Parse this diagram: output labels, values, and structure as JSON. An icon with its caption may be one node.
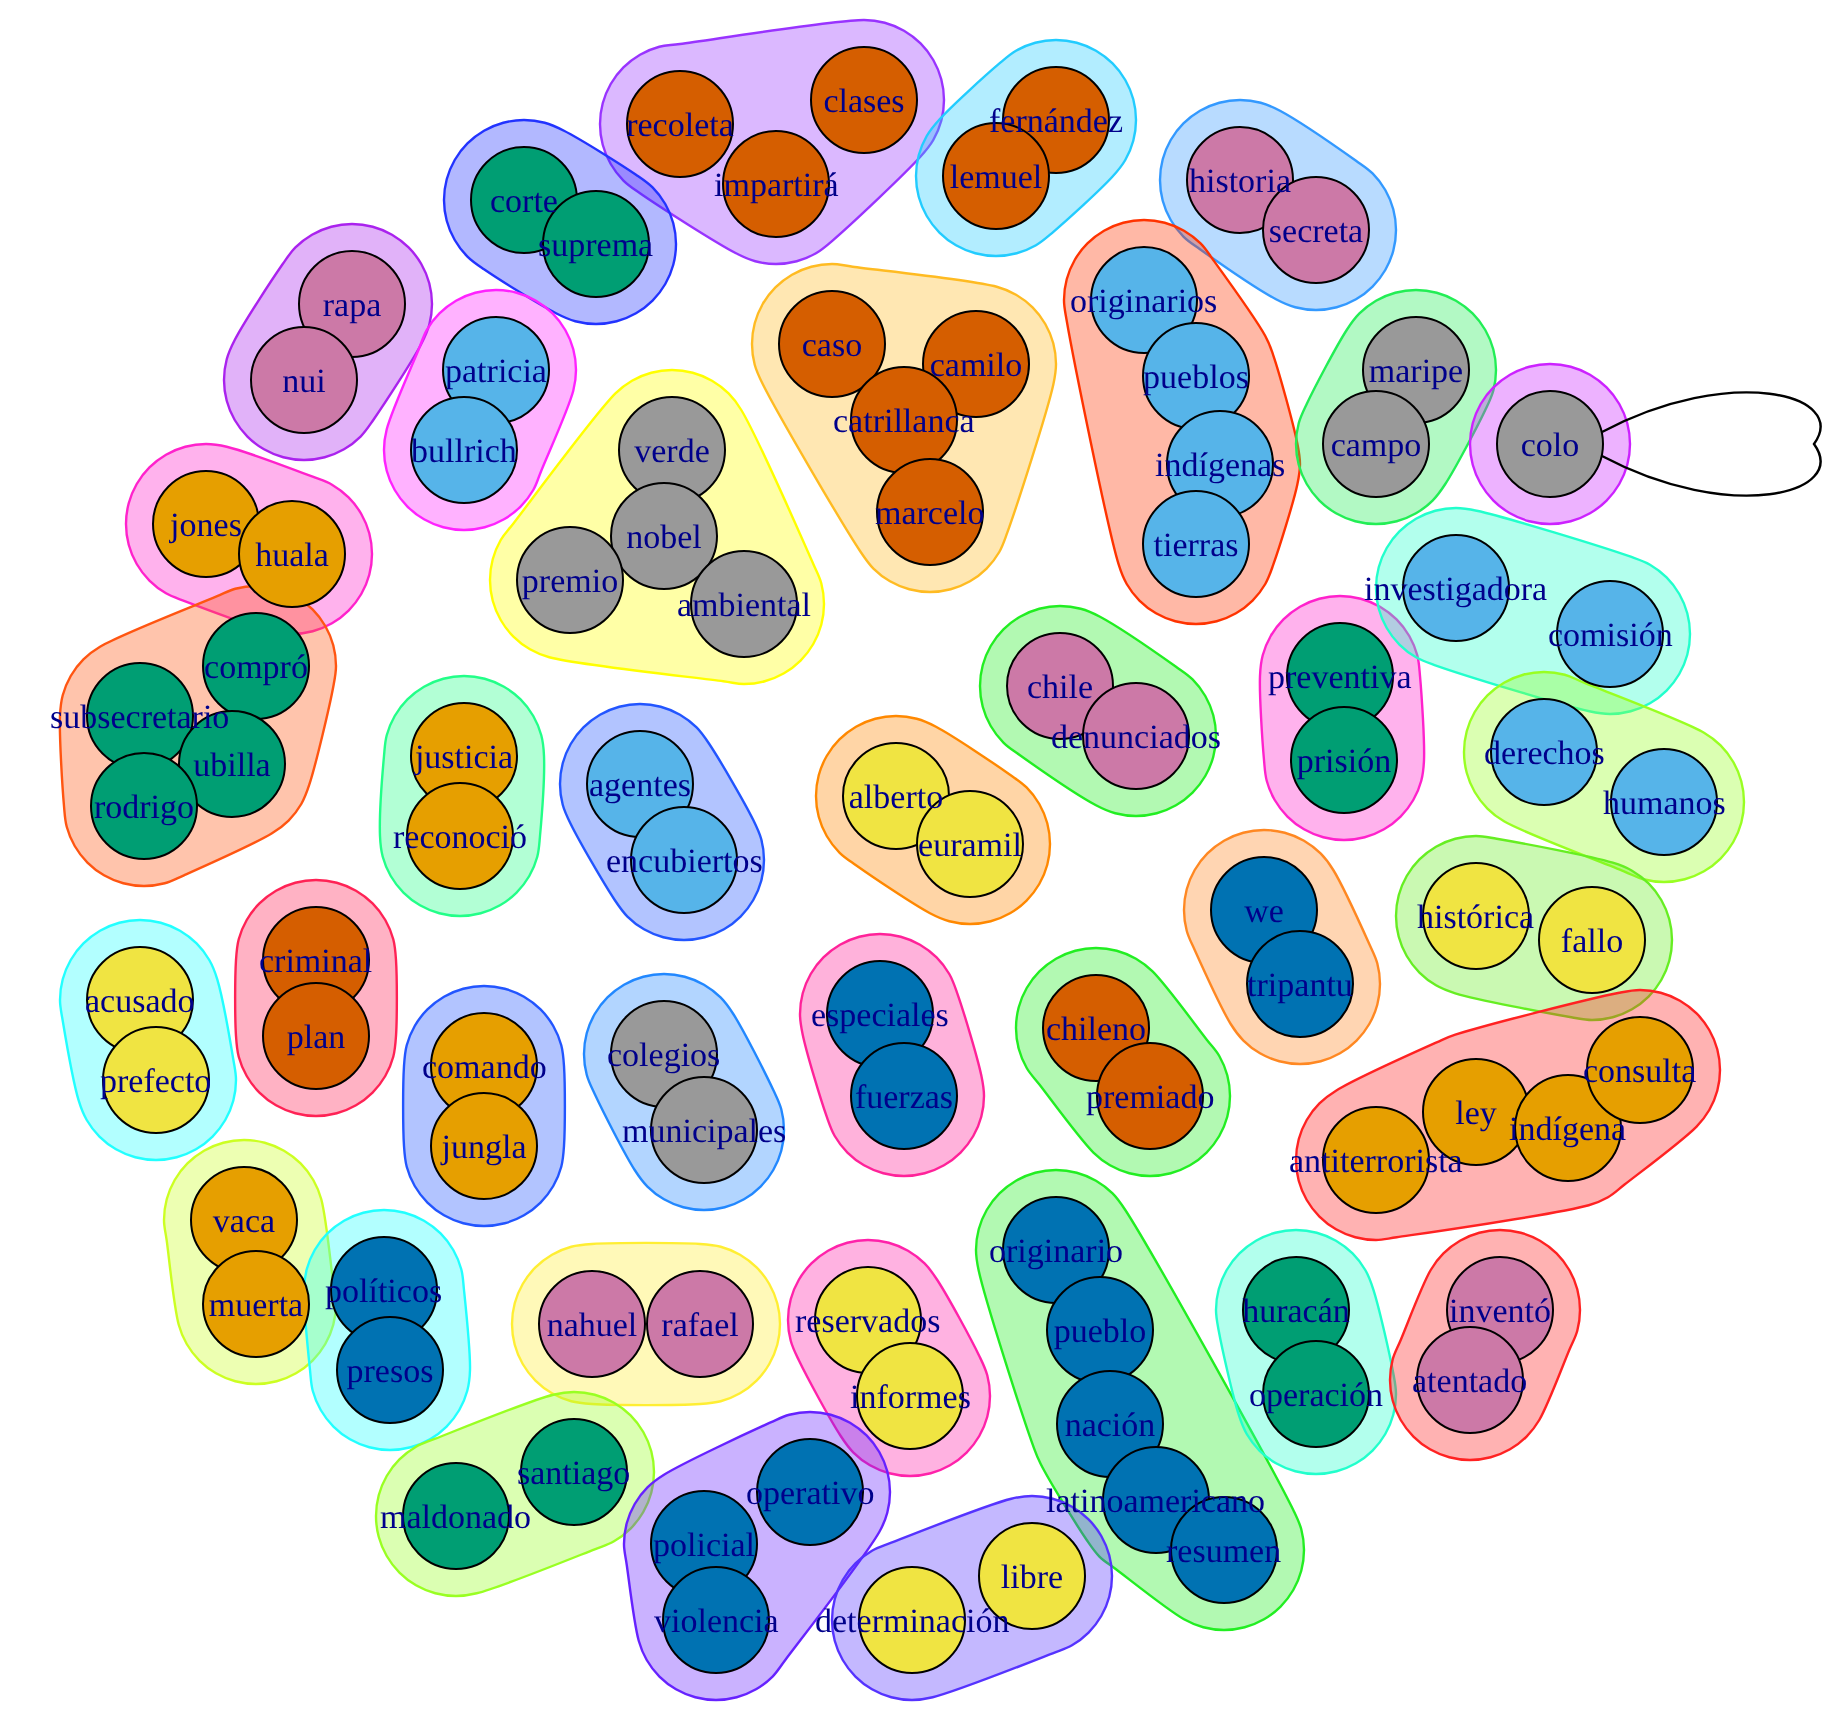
{
  "diagram": {
    "nodes": [
      {
        "text": [],
        "shape": "blob"
      },
      {
        "text": [
          "recoleta"
        ],
        "in": 0
      },
      {
        "text": [
          "impartirá"
        ],
        "in": 0
      },
      {
        "text": [
          "clases"
        ],
        "in": 0
      },
      {
        "text": [],
        "shape": "blob"
      },
      {
        "text": [
          "corte"
        ],
        "in": 4
      },
      {
        "text": [
          "suprema"
        ],
        "in": 4
      },
      {
        "text": [],
        "shape": "blob"
      },
      {
        "text": [
          "fernández"
        ],
        "in": 7
      },
      {
        "text": [
          "lemuel"
        ],
        "in": 7
      },
      {
        "text": [],
        "shape": "blob"
      },
      {
        "text": [
          "historia"
        ],
        "in": 10
      },
      {
        "text": [
          "secreta"
        ],
        "in": 10
      },
      {
        "text": [],
        "shape": "blob"
      },
      {
        "text": [
          "rapa"
        ],
        "in": 13
      },
      {
        "text": [
          "nui"
        ],
        "in": 13
      },
      {
        "text": [],
        "shape": "blob"
      },
      {
        "text": [
          "patricia"
        ],
        "in": 16
      },
      {
        "text": [
          "bullrich"
        ],
        "in": 16
      },
      {
        "text": [],
        "shape": "blob"
      },
      {
        "text": [
          "verde"
        ],
        "in": 19
      },
      {
        "text": [
          "nobel"
        ],
        "in": 19
      },
      {
        "text": [
          "premio"
        ],
        "in": 19
      },
      {
        "text": [
          "ambiental"
        ],
        "in": 19
      },
      {
        "text": [],
        "shape": "blob"
      },
      {
        "text": [
          "caso"
        ],
        "in": 24
      },
      {
        "text": [
          "camilo"
        ],
        "in": 24
      },
      {
        "text": [
          "catrillanca"
        ],
        "in": 24
      },
      {
        "text": [
          "marcelo"
        ],
        "in": 24
      },
      {
        "text": [],
        "shape": "blob"
      },
      {
        "text": [
          "originarios"
        ],
        "in": 29
      },
      {
        "text": [
          "pueblos"
        ],
        "in": 29
      },
      {
        "text": [
          "indígenas"
        ],
        "in": 29
      },
      {
        "text": [
          "tierras"
        ],
        "in": 29
      },
      {
        "text": [],
        "shape": "blob"
      },
      {
        "text": [
          "maripe"
        ],
        "in": 34
      },
      {
        "text": [
          "campo"
        ],
        "in": 34
      },
      {
        "text": [],
        "shape": "blob"
      },
      {
        "text": [
          "colo"
        ],
        "in": 37
      },
      {
        "text": [],
        "shape": "blob"
      },
      {
        "text": [
          "jones"
        ],
        "in": 39
      },
      {
        "text": [
          "huala"
        ],
        "in": 39
      },
      {
        "text": [],
        "shape": "blob"
      },
      {
        "text": [
          "subsecretario"
        ],
        "in": 42
      },
      {
        "text": [
          "compró"
        ],
        "in": 42
      },
      {
        "text": [
          "ubilla"
        ],
        "in": 42
      },
      {
        "text": [
          "rodrigo"
        ],
        "in": 42
      },
      {
        "text": [],
        "shape": "blob"
      },
      {
        "text": [
          "justicia"
        ],
        "in": 47
      },
      {
        "text": [
          "reconoció"
        ],
        "in": 47
      },
      {
        "text": [],
        "shape": "blob"
      },
      {
        "text": [
          "agentes"
        ],
        "in": 50
      },
      {
        "text": [
          "encubiertos"
        ],
        "in": 50
      },
      {
        "text": [],
        "shape": "blob"
      },
      {
        "text": [
          "alberto"
        ],
        "in": 53
      },
      {
        "text": [
          "euramil"
        ],
        "in": 53
      },
      {
        "text": [],
        "shape": "blob"
      },
      {
        "text": [
          "chile"
        ],
        "in": 56
      },
      {
        "text": [
          "denunciados"
        ],
        "in": 56
      },
      {
        "text": [],
        "shape": "blob"
      },
      {
        "text": [
          "preventiva"
        ],
        "in": 59
      },
      {
        "text": [
          "prisión"
        ],
        "in": 59
      },
      {
        "text": [],
        "shape": "blob"
      },
      {
        "text": [
          "investigadora"
        ],
        "in": 62
      },
      {
        "text": [
          "comisión"
        ],
        "in": 62
      },
      {
        "text": [],
        "shape": "blob"
      },
      {
        "text": [
          "derechos"
        ],
        "in": 65
      },
      {
        "text": [
          "humanos"
        ],
        "in": 65
      },
      {
        "text": [],
        "shape": "blob"
      },
      {
        "text": [
          "histórica"
        ],
        "in": 68
      },
      {
        "text": [
          "fallo"
        ],
        "in": 68
      },
      {
        "text": [],
        "shape": "blob"
      },
      {
        "text": [
          "acusado"
        ],
        "in": 71
      },
      {
        "text": [
          "prefecto"
        ],
        "in": 71
      },
      {
        "text": [],
        "shape": "blob"
      },
      {
        "text": [
          "criminal"
        ],
        "in": 74
      },
      {
        "text": [
          "plan"
        ],
        "in": 74
      },
      {
        "text": [],
        "shape": "blob"
      },
      {
        "text": [
          "comando"
        ],
        "in": 77
      },
      {
        "text": [
          "jungla"
        ],
        "in": 77
      },
      {
        "text": [],
        "shape": "blob"
      },
      {
        "text": [
          "colegios"
        ],
        "in": 80
      },
      {
        "text": [
          "municipales"
        ],
        "in": 80
      },
      {
        "text": [],
        "shape": "blob"
      },
      {
        "text": [
          "especiales"
        ],
        "in": 83
      },
      {
        "text": [
          "fuerzas"
        ],
        "in": 83
      },
      {
        "text": [],
        "shape": "blob"
      },
      {
        "text": [
          "we"
        ],
        "in": 86
      },
      {
        "text": [
          "tripantu"
        ],
        "in": 86
      },
      {
        "text": [],
        "shape": "blob"
      },
      {
        "text": [
          "chileno"
        ],
        "in": 89
      },
      {
        "text": [
          "premiado"
        ],
        "in": 89
      },
      {
        "text": [],
        "shape": "blob"
      },
      {
        "text": [
          "antiterrorista"
        ],
        "in": 92
      },
      {
        "text": [
          "ley"
        ],
        "in": 92
      },
      {
        "text": [
          "indígena"
        ],
        "in": 92
      },
      {
        "text": [
          "consulta"
        ],
        "in": 92
      },
      {
        "text": [],
        "shape": "blob"
      },
      {
        "text": [
          "vaca"
        ],
        "in": 97
      },
      {
        "text": [
          "muerta"
        ],
        "in": 97
      },
      {
        "text": [],
        "shape": "blob"
      },
      {
        "text": [
          "políticos"
        ],
        "in": 100
      },
      {
        "text": [
          "presos"
        ],
        "in": 100
      },
      {
        "text": [],
        "shape": "blob"
      },
      {
        "text": [
          "nahuel"
        ],
        "in": 103
      },
      {
        "text": [
          "rafael"
        ],
        "in": 103
      },
      {
        "text": [],
        "shape": "blob"
      },
      {
        "text": [
          "reservados"
        ],
        "in": 106
      },
      {
        "text": [
          "informes"
        ],
        "in": 106
      },
      {
        "text": [],
        "shape": "blob"
      },
      {
        "text": [
          "originario"
        ],
        "in": 109
      },
      {
        "text": [
          "pueblo"
        ],
        "in": 109
      },
      {
        "text": [
          "nación"
        ],
        "in": 109
      },
      {
        "text": [
          "latinoamericano"
        ],
        "in": 109
      },
      {
        "text": [
          "resumen"
        ],
        "in": 109
      },
      {
        "text": [],
        "shape": "blob"
      },
      {
        "text": [
          "huracán"
        ],
        "in": 115
      },
      {
        "text": [
          "operación"
        ],
        "in": 115
      },
      {
        "text": [],
        "shape": "blob"
      },
      {
        "text": [
          "inventó"
        ],
        "in": 118
      },
      {
        "text": [
          "atentado"
        ],
        "in": 118
      },
      {
        "text": [],
        "shape": "blob"
      },
      {
        "text": [
          "maldonado"
        ],
        "in": 121
      },
      {
        "text": [
          "santiago"
        ],
        "in": 121
      },
      {
        "text": [],
        "shape": "blob"
      },
      {
        "text": [
          "operativo"
        ],
        "in": 124
      },
      {
        "text": [
          "policial"
        ],
        "in": 124
      },
      {
        "text": [
          "violencia"
        ],
        "in": 124
      },
      {
        "text": [],
        "shape": "blob"
      },
      {
        "text": [
          "determinación"
        ],
        "in": 128
      },
      {
        "text": [
          "libre"
        ],
        "in": 128
      }
    ],
    "edges": [
      {
        "from": 38,
        "to": 38,
        "arrow": "none"
      }
    ]
  }
}
